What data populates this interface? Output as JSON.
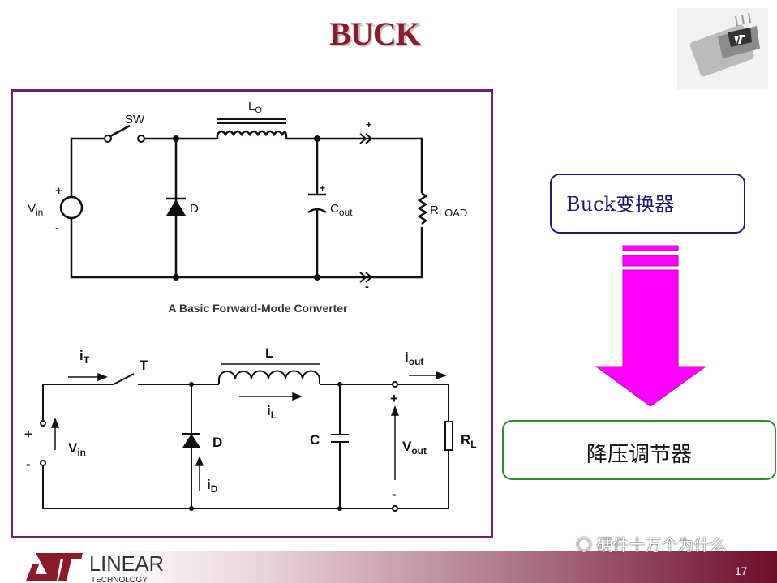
{
  "title": "BUCK",
  "top_circuit": {
    "sw": "SW",
    "lo": "L",
    "lo_sub": "O",
    "vin": "V",
    "vin_sub": "in",
    "d": "D",
    "cout": "C",
    "cout_sub": "out",
    "rload": "R",
    "rload_sub": "LOAD",
    "plus": "+",
    "minus": "-",
    "caption": "A Basic Forward-Mode Converter"
  },
  "bottom_circuit": {
    "it": "i",
    "it_sub": "T",
    "t": "T",
    "l": "L",
    "il": "i",
    "il_sub": "L",
    "iout": "i",
    "iout_sub": "out",
    "vin": "V",
    "vin_sub": "in",
    "d": "D",
    "id": "i",
    "id_sub": "D",
    "c": "C",
    "vout": "V",
    "vout_sub": "out",
    "rl": "R",
    "rl_sub": "L",
    "plus": "+",
    "minus": "-"
  },
  "flow": {
    "from": "Buck变换器",
    "to": "降压调节器",
    "arrow_color": "#ff00ff"
  },
  "footer": {
    "logo": "LINEAR TECHNOLOGY",
    "logo_main": "LINEAR",
    "logo_sub": "TECHNOLOGY",
    "watermark": "硬件十万个为什么",
    "page": "17"
  },
  "colors": {
    "title": "#8b1a2a",
    "frame": "#6b216b",
    "box1": "#1c1c6a",
    "box2": "#2e8b2e"
  }
}
